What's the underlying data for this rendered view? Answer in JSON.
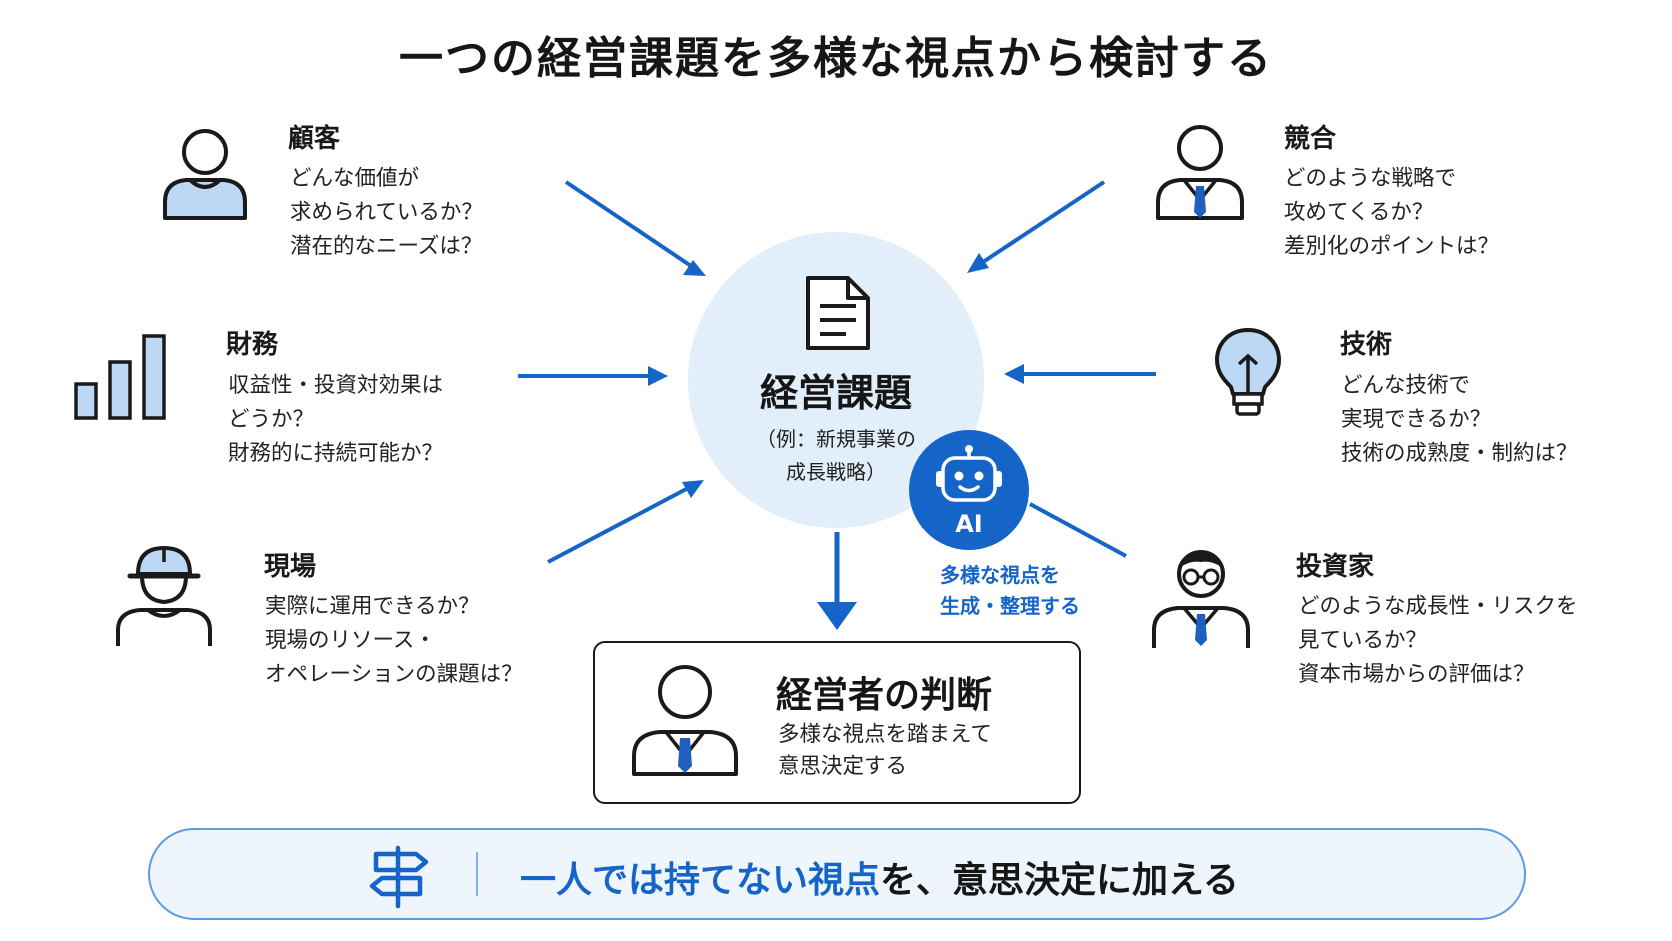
{
  "title": "一つの経営課題を多様な視点から検討する",
  "perspectives": {
    "customer": {
      "heading": "顧客",
      "lines": [
        "どんな価値が",
        "求められているか？",
        "潜在的なニーズは？"
      ]
    },
    "competitor": {
      "heading": "競合",
      "lines": [
        "どのような戦略で",
        "攻めてくるか？",
        "差別化のポイントは？"
      ]
    },
    "finance": {
      "heading": "財務",
      "lines": [
        "収益性・投資対効果は",
        "どうか？",
        "財務的に持続可能か？"
      ]
    },
    "technology": {
      "heading": "技術",
      "lines": [
        "どんな技術で",
        "実現できるか？",
        "技術の成熟度・制約は？"
      ]
    },
    "field": {
      "heading": "現場",
      "lines": [
        "実際に運用できるか？",
        "現場のリソース・",
        "オペレーションの課題は？"
      ]
    },
    "investor": {
      "heading": "投資家",
      "lines": [
        "どのような成長性・リスクを",
        "見ているか？",
        "資本市場からの評価は？"
      ]
    }
  },
  "hub": {
    "title": "経営課題",
    "sub_lines": [
      "（例：新規事業の",
      "成長戦略）"
    ]
  },
  "ai": {
    "label": "AI",
    "caption_lines": [
      "多様な視点を",
      "生成・整理する"
    ]
  },
  "decision": {
    "title": "経営者の判断",
    "lines": [
      "多様な視点を踏まえて",
      "意思決定する"
    ]
  },
  "banner": {
    "highlight": "一人では持てない視点",
    "rest": "を、意思決定に加える"
  },
  "colors": {
    "accent": "#1565c8",
    "hub_fill": "#e2eef9",
    "icon_fill": "#bcd8f5",
    "banner_border": "#5b9be0"
  },
  "icons": {
    "customer": "person-icon",
    "competitor": "businessman-icon",
    "finance": "bar-chart-icon",
    "technology": "lightbulb-icon",
    "field": "worker-helmet-icon",
    "investor": "investor-glasses-icon",
    "hub": "document-icon",
    "ai": "robot-icon",
    "decision": "executive-icon",
    "banner": "signpost-icon"
  }
}
